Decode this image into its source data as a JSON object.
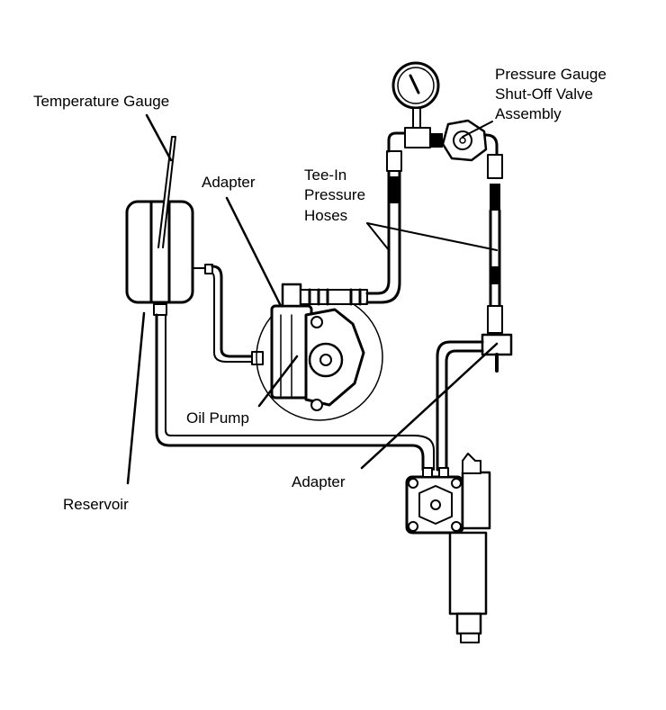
{
  "diagram": {
    "description": "Power steering pressure test setup",
    "labels": {
      "temperature_gauge": "Temperature Gauge",
      "pressure_gauge_line1": "Pressure Gauge",
      "pressure_gauge_line2": "Shut-Off Valve",
      "pressure_gauge_line3": "Assembly",
      "adapter_top": "Adapter",
      "tee_in_line1": "Tee-In",
      "tee_in_line2": "Pressure",
      "tee_in_line3": "Hoses",
      "oil_pump": "Oil Pump",
      "reservoir": "Reservoir",
      "adapter_bottom": "Adapter"
    },
    "colors": {
      "line": "#000000",
      "background": "#ffffff"
    }
  }
}
